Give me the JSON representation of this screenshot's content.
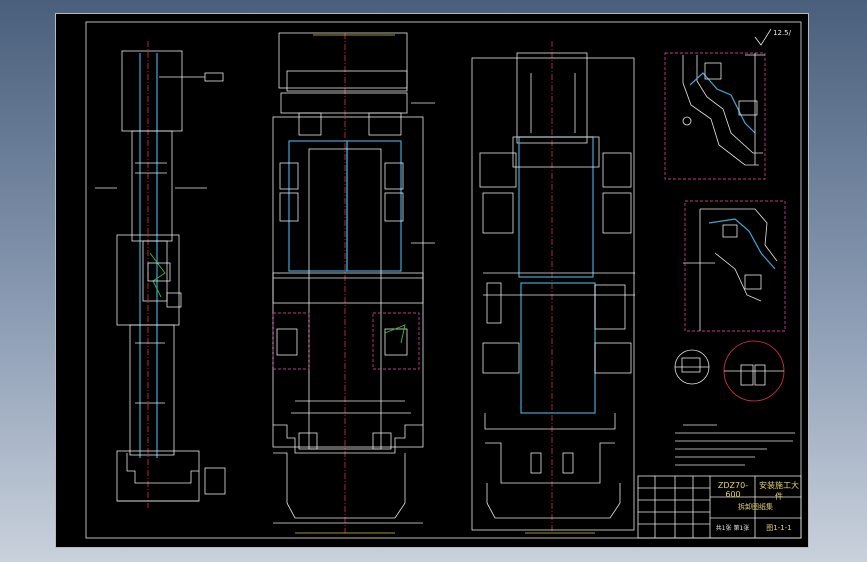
{
  "drawing": {
    "model_code": "ZDZ70-600",
    "title_line": "安装施工大件",
    "subtitle_line": "拆卸图纸集",
    "sheet_no": "图1-1-1",
    "sheet_count": "共1张 第1张",
    "roughness_mark": "12.5/"
  },
  "colors": {
    "background": "#000000",
    "line_white": "#e8e8e8",
    "line_cyan": "#3fa7d6",
    "line_red": "#e0304a",
    "line_magenta": "#c23a8f",
    "line_green": "#2fbf3a"
  }
}
